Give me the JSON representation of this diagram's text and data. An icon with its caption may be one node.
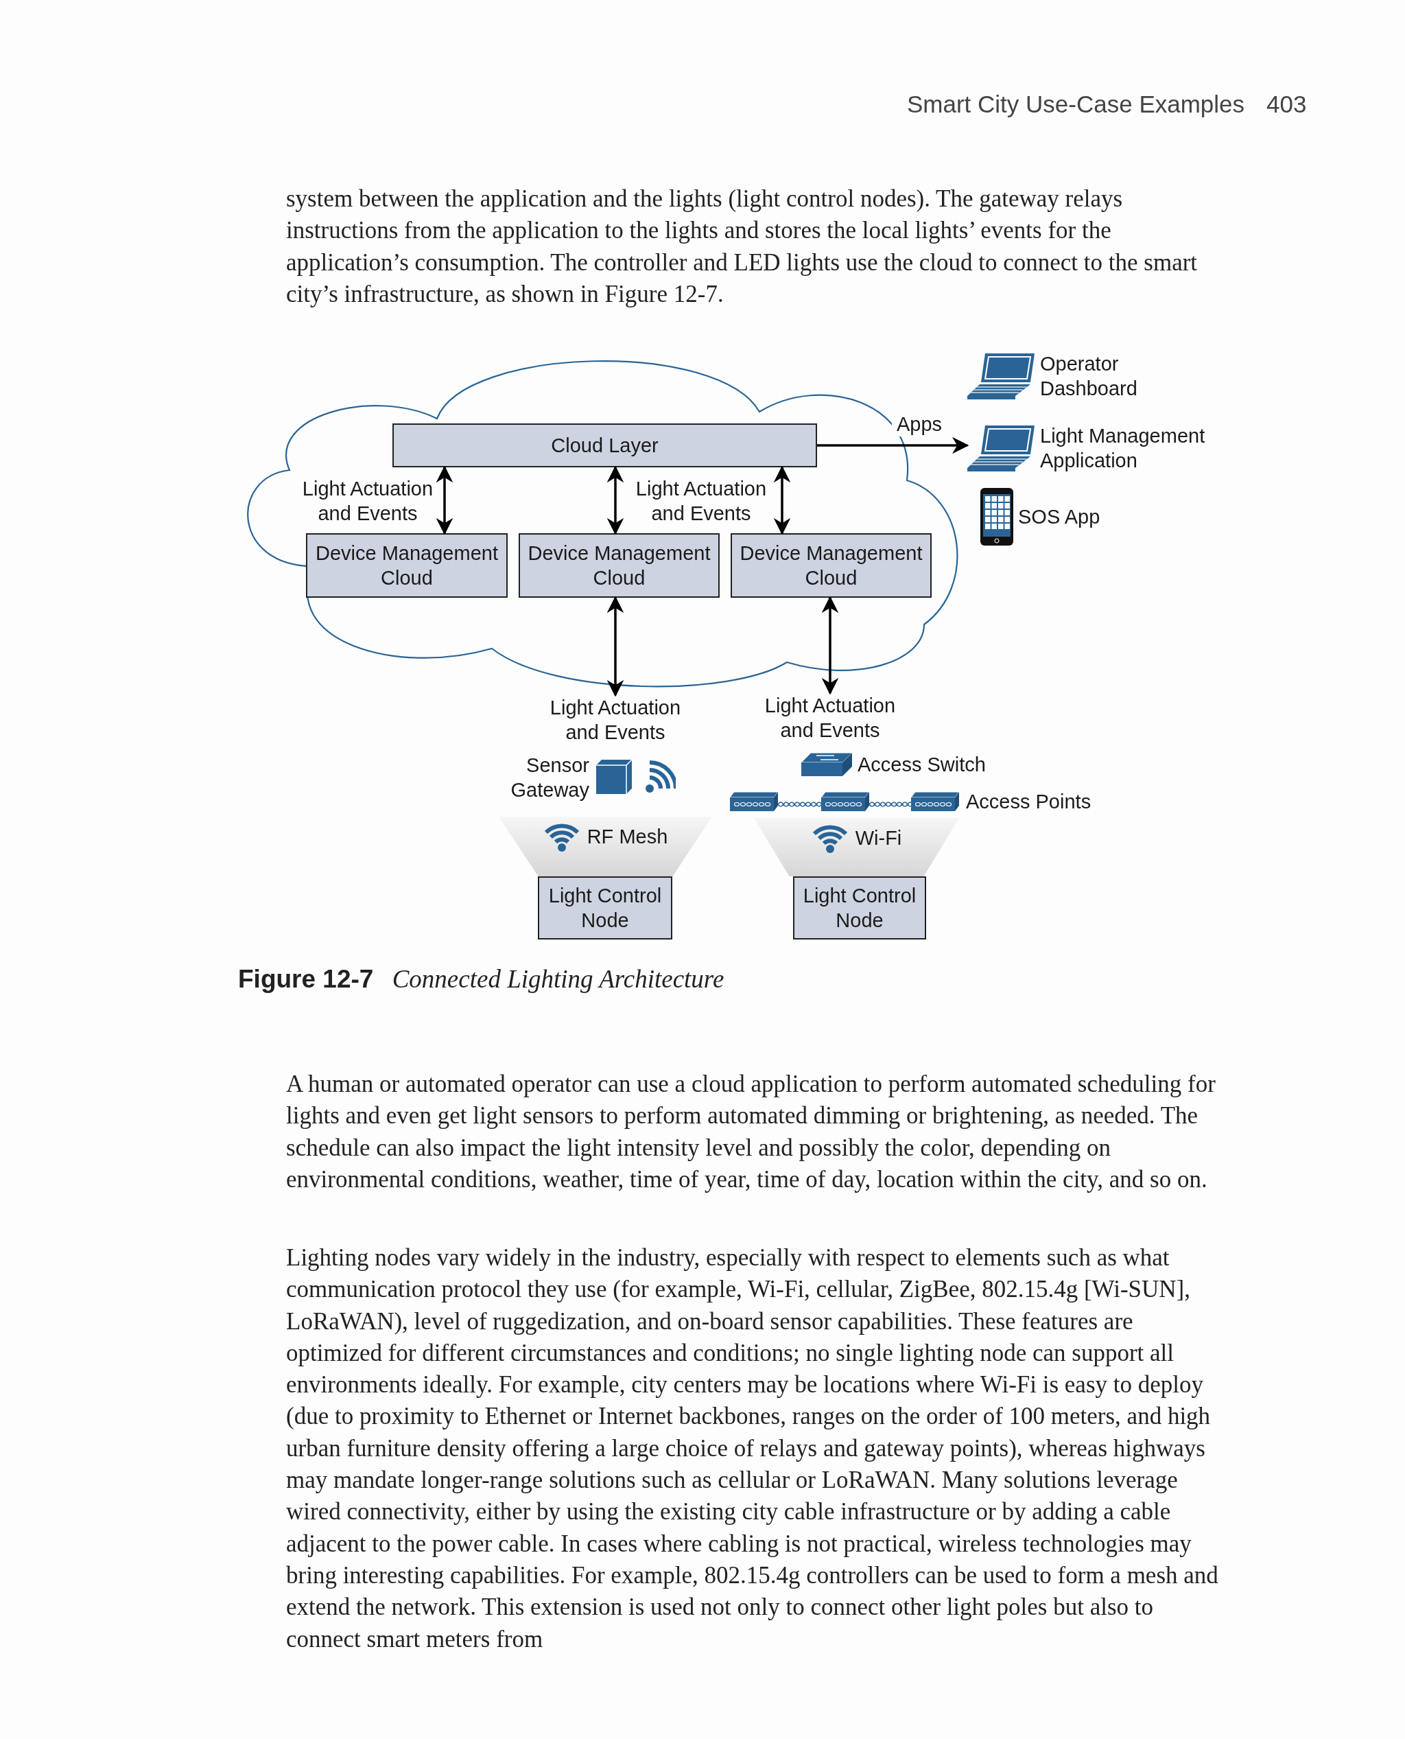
{
  "diagram": {
    "caption": "**Figure 12-7** *Connected Lighting Architecture*",
    "nodes": [
      {
        "text": [],
        "shape": "cloud"
      },
      {
        "text": [
          "Cloud Layer"
        ],
        "in": 0
      },
      {
        "text": [
          "Operator Dashboard"
        ]
      },
      {
        "text": [
          "Light Management Application"
        ]
      },
      {
        "text": [
          "SOS App"
        ]
      },
      {
        "text": [
          "Device Management Cloud"
        ],
        "in": 0
      },
      {
        "text": [
          "Device Management Cloud"
        ],
        "in": 0
      },
      {
        "text": [
          "Device Management Cloud"
        ],
        "in": 0
      },
      {
        "text": [
          "Light Actuation and Events"
        ]
      },
      {
        "text": [
          "Light Actuation and Events"
        ]
      },
      {
        "text": [
          "Sensor Gateway"
        ]
      },
      {
        "text": [
          "Access Switch"
        ]
      },
      {
        "text": [
          "Access Points"
        ]
      },
      {
        "text": [
          "RF Mesh"
        ]
      },
      {
        "text": [
          "Wi-Fi"
        ]
      },
      {
        "text": [
          "Light Control Node"
        ]
      },
      {
        "text": [
          "Light Control Node"
        ]
      }
    ],
    "edges": [
      {
        "from": 1,
        "to": 5,
        "arrow": "both",
        "label": "Light Actuation and Events"
      },
      {
        "from": 1,
        "to": 6,
        "arrow": "both",
        "label": "Light Actuation and Events"
      },
      {
        "from": 1,
        "to": 7,
        "arrow": "both"
      },
      {
        "from": 1,
        "to": 3,
        "arrow": "to",
        "label": "Apps"
      },
      {
        "from": 6,
        "to": 8,
        "arrow": "both"
      },
      {
        "from": 7,
        "to": 9,
        "arrow": "both"
      }
    ],
    "labels": [
      "Smart City Use-Case Examples",
      "403",
      "system between the application and the lights (light control nodes). The gateway relays instructions from the application to the lights and stores the local lights’ events for the application’s consumption. The controller and LED lights use the cloud to connect to the smart city’s infrastructure, as shown in Figure 12-7.",
      "A human or automated operator can use a cloud application to perform automated scheduling for lights and even get light sensors to perform automated dimming or brightening, as needed. The schedule can also impact the light intensity level and possibly the color, depending on environmental conditions, weather, time of year, time of day, location within the city, and so on.",
      "Lighting nodes vary widely in the industry, especially with respect to elements such as what communication protocol they use (for example, Wi-Fi, cellular, ZigBee, 802.15.4g [Wi-SUN], LoRaWAN), level of ruggedization, and on-board sensor capabilities. These features are optimized for different circumstances and conditions; no single lighting node can support all environments ideally. For example, city centers may be locations where Wi-Fi is easy to deploy (due to proximity to Ethernet or Internet backbones, ranges on the order of 100 meters, and high urban furniture density offering a large choice of relays and gateway points), whereas highways may mandate longer-range solutions such as cellular or LoRaWAN. Many solutions leverage wired connectivity, either by using the existing city cable infrastructure or by adding a cable adjacent to the power cable. In cases where cabling is not practical, wireless technologies may bring interesting capabilities. For example, 802.15.4g controllers can be used to form a mesh and extend the network. This extension is used not only to connect other light poles but also to connect smart meters from"
    ]
  }
}
